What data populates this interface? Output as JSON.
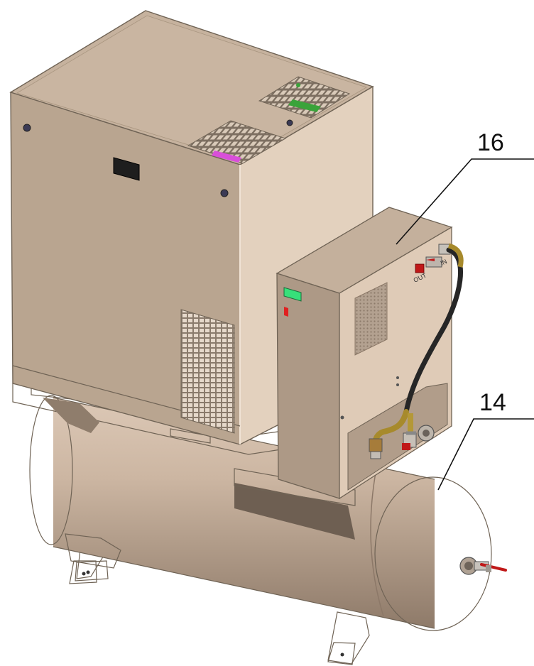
{
  "callouts": [
    {
      "number": "16",
      "target": "dryer-unit"
    },
    {
      "number": "14",
      "target": "air-receiver-tank"
    }
  ],
  "dryer_port_labels": {
    "in": "IN",
    "out": "OUT"
  },
  "colors": {
    "body": "#c9b49f",
    "body_light": "#dccbb8",
    "body_shadow": "#a89583",
    "indicator_green": "#37e07a",
    "indicator_red": "#e02020",
    "hose": "#2a2a2a",
    "fitting_yellow": "#a78a2c",
    "drain_valve_red": "#c01818"
  }
}
